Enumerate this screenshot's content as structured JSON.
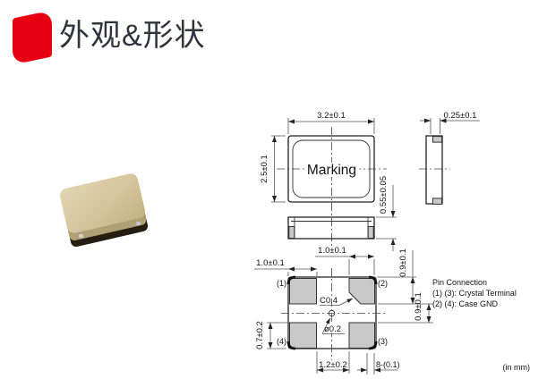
{
  "header": {
    "title": "外观&形状",
    "accent_color": "#e60012"
  },
  "drawing": {
    "line_color": "#222222",
    "pad_fill": "#c9c9c9",
    "marking_label": "Marking",
    "top_view": {
      "width_dim": "3.2±0.1",
      "height_dim": "2.5±0.1"
    },
    "front_view": {
      "thickness_dim": "0.55±0.05"
    },
    "right_view": {
      "pad_dim": "0.25±0.1"
    },
    "bottom_view": {
      "pins": {
        "p1": "(1)",
        "p2": "(2)",
        "p3": "(3)",
        "p4": "(4)"
      },
      "chamfer_label": "C0.4",
      "hole_label": "ø0.2",
      "pad_width_top": "1.0±0.1",
      "pad_width_left": "1.0±0.1",
      "pad_height_right_top": "0.9±0.1",
      "pad_gap_right": "0.9±0.1",
      "pad_height_left": "0.7±0.2",
      "pad_span_bottom": "1.2±0.2",
      "edge_gap_bottom": "8-(0.1)"
    },
    "pin_connection": {
      "title": "Pin Connection",
      "line1": "(1) (3): Crystal Terminal",
      "line2": "(2) (4): Case GND"
    },
    "unit_note": "(in mm)"
  }
}
